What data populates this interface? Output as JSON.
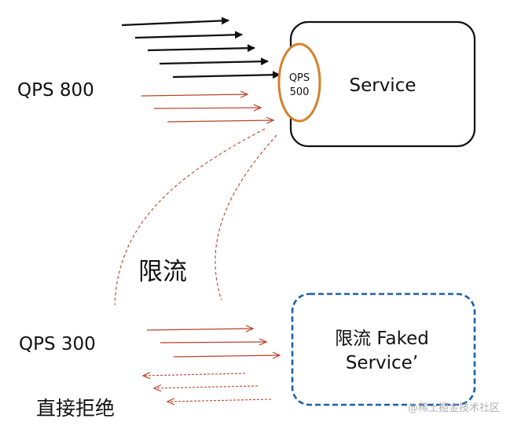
{
  "labels": {
    "qps_in_top": "QPS 800",
    "qps_in_bottom": "QPS 300",
    "limit_caption": "限流",
    "reject": "直接拒绝",
    "watermark": "@稀土掘金技术社区"
  },
  "service": {
    "name": "Service",
    "capacity_line1": "QPS",
    "capacity_line2": "500"
  },
  "faked_service": {
    "line1": "限流 Faked",
    "line2": "Service’"
  },
  "colors": {
    "black_arrow": "#111111",
    "red_arrow": "#b8442a",
    "orange_ring": "#d6802a",
    "blue_dashed": "#1c5fa8",
    "watermark": "#b0b0b0"
  }
}
